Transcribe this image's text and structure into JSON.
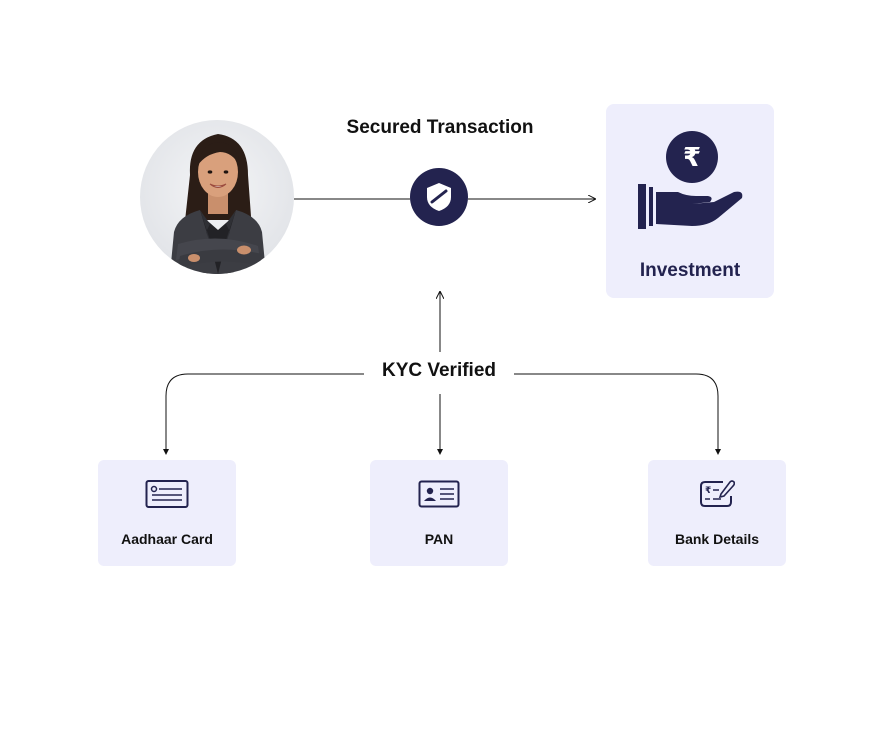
{
  "flow": {
    "secured_title": "Secured Transaction",
    "investment_label": "Investment",
    "kyc_label": "KYC Verified",
    "documents": [
      {
        "label": "Aadhaar Card",
        "icon": "aadhaar-card-icon"
      },
      {
        "label": "PAN",
        "icon": "pan-card-icon"
      },
      {
        "label": "Bank Details",
        "icon": "bank-cheque-icon"
      }
    ]
  },
  "icons": {
    "shield": "shield-check-icon",
    "investment": "rupee-hand-icon",
    "person": "investor-avatar"
  },
  "colors": {
    "navy": "#23234f",
    "card_bg": "#eeeefc",
    "line": "#111111"
  }
}
